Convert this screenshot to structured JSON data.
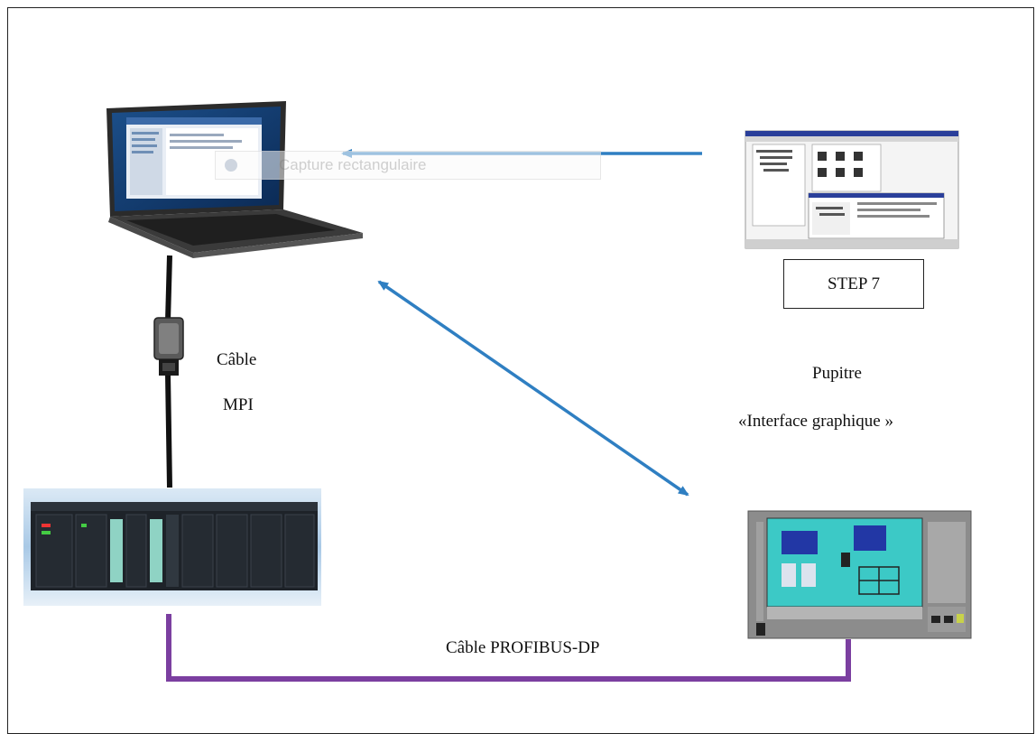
{
  "labels": {
    "cable_mpi_line1": "Câble",
    "cable_mpi_line2": "MPI",
    "step7": "STEP 7",
    "pupitre_line1": "Pupitre",
    "pupitre_line2": "«Interface graphique »",
    "cable_profibus": "Câble PROFIBUS-DP",
    "snip_overlay": "Capture rectangulaire"
  },
  "colors": {
    "arrow_blue": "#2f7fc2",
    "profibus_purple": "#7b3fa0",
    "mpi_cable": "#111111",
    "plc_bg": "#b9d4ea",
    "hmi_screen": "#3cc9c6"
  },
  "icons": {
    "laptop": "laptop-icon",
    "step7_window": "step7-screenshot-icon",
    "plc": "siemens-plc-rack-icon",
    "hmi": "hmi-panel-icon",
    "connector": "mpi-connector-icon"
  }
}
